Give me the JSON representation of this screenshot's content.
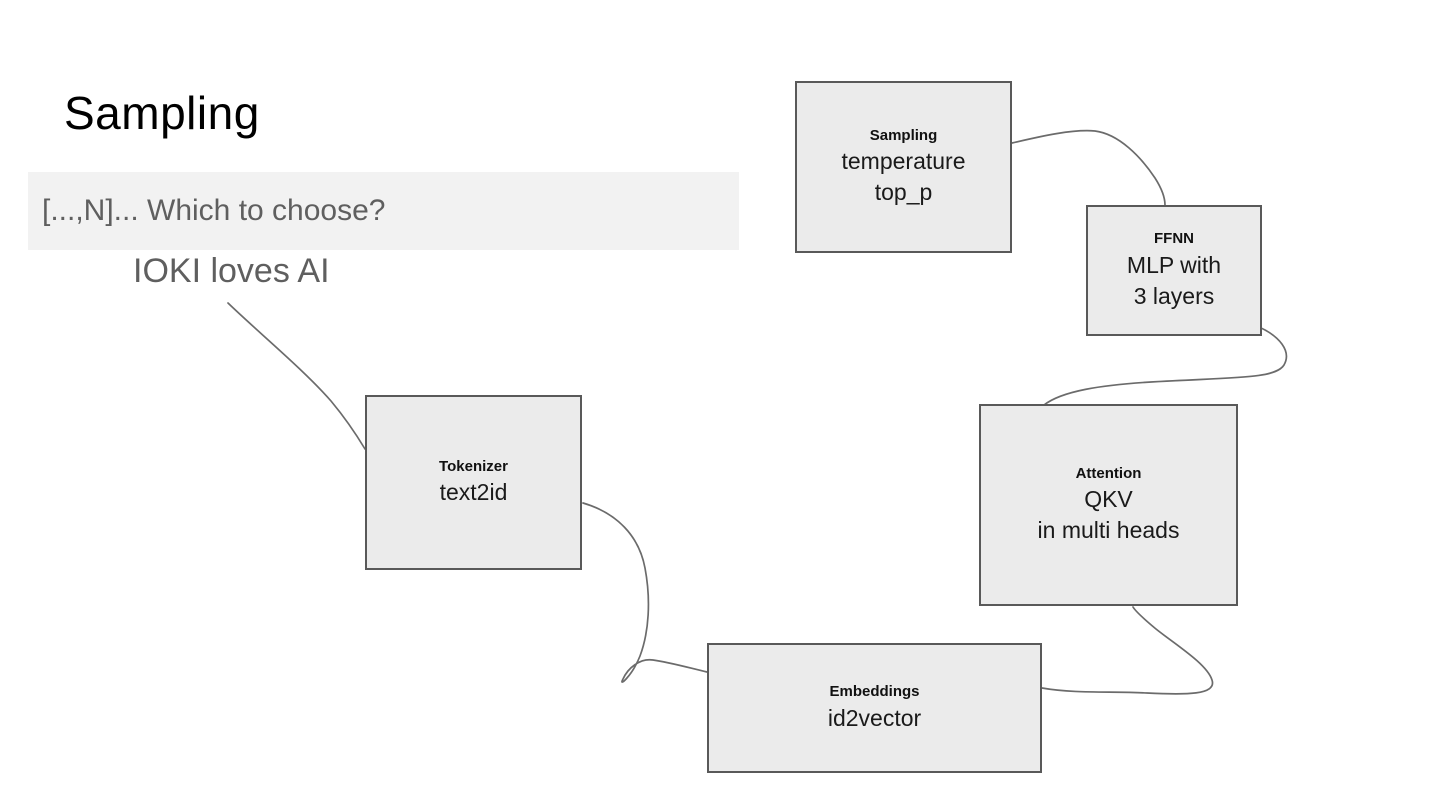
{
  "slide": {
    "title": "Sampling",
    "prompt_bar": {
      "text": "[...,N]... Which to choose?"
    },
    "example_text": "IOKI loves AI"
  },
  "diagram": {
    "nodes": [
      {
        "id": "tokenizer",
        "caption": "Tokenizer",
        "line1": "text2id"
      },
      {
        "id": "embeddings",
        "caption": "Embeddings",
        "line1": "id2vector"
      },
      {
        "id": "attention",
        "caption": "Attention",
        "line1": "QKV",
        "line2": "in multi heads"
      },
      {
        "id": "ffnn",
        "caption": "FFNN",
        "line1": "MLP with",
        "line2": "3 layers"
      },
      {
        "id": "sampling",
        "caption": "Sampling",
        "line1": "temperature",
        "line2": "top_p"
      }
    ],
    "connections": [
      "example-text to tokenizer",
      "tokenizer to embeddings",
      "embeddings to attention",
      "ffnn to attention",
      "sampling to ffnn"
    ],
    "colors": {
      "node_fill": "#ebebeb",
      "node_border": "#595959",
      "connector": "#6b6b6b",
      "bar_fill": "#f2f2f2",
      "muted_text": "#5f5f5f",
      "title_text": "#000000",
      "background": "#ffffff"
    }
  }
}
